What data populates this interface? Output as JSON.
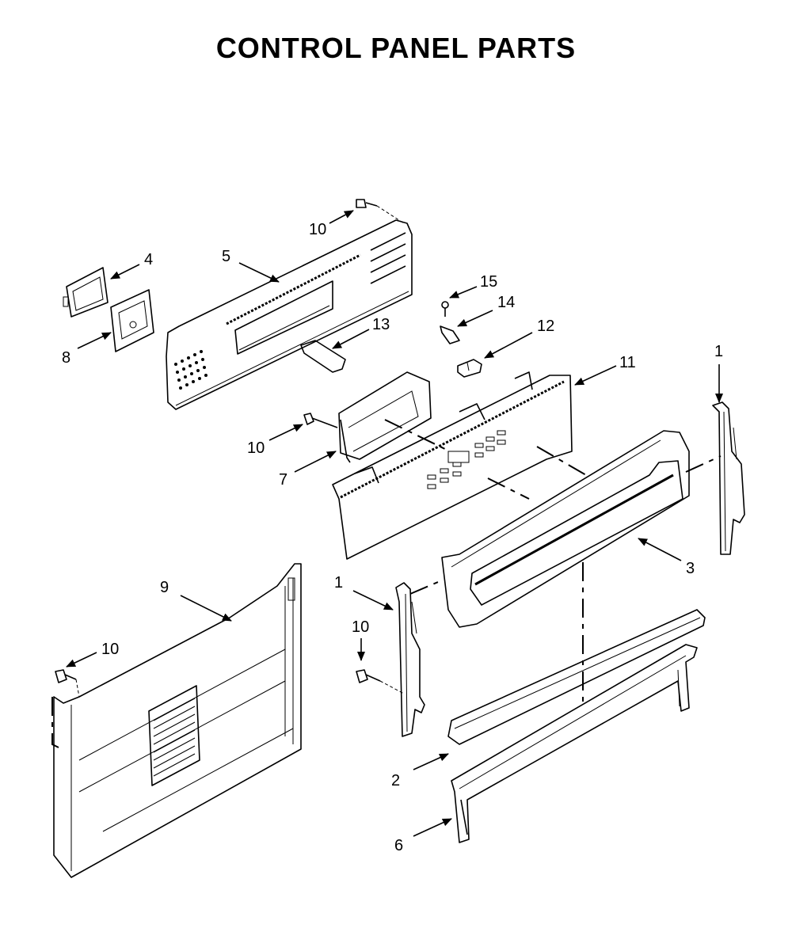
{
  "title": "CONTROL PANEL PARTS",
  "callouts": {
    "c1a": "1",
    "c1b": "1",
    "c2": "2",
    "c3": "3",
    "c4": "4",
    "c5": "5",
    "c6": "6",
    "c7": "7",
    "c8": "8",
    "c9": "9",
    "c10a": "10",
    "c10b": "10",
    "c10c": "10",
    "c10d": "10",
    "c11": "11",
    "c12": "12",
    "c13": "13",
    "c14": "14",
    "c15": "15"
  }
}
